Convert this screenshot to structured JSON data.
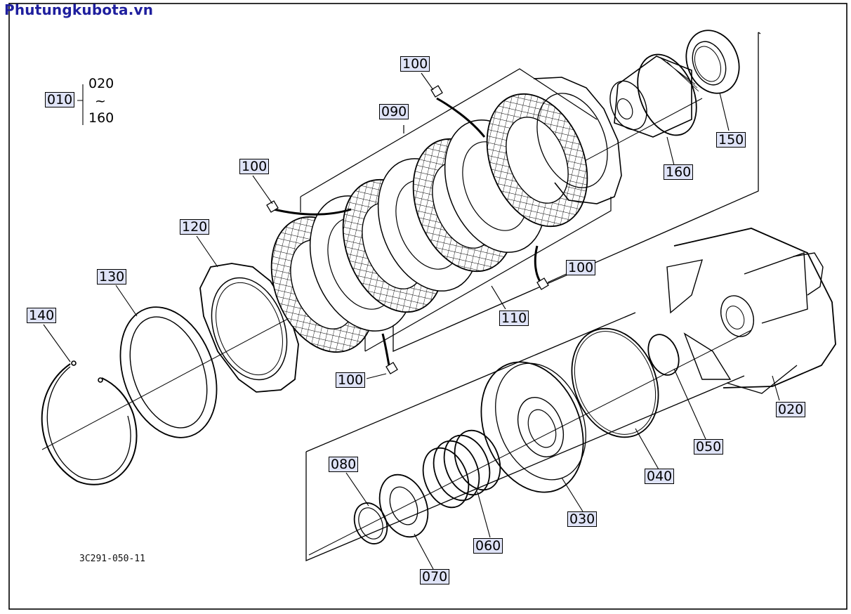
{
  "site_title": "Phutungkubota.vn",
  "drawing_number": "3C291-050-11",
  "assembly": {
    "label": "010",
    "range_start": "020",
    "range_tilde": "~",
    "range_end": "160"
  },
  "callouts": {
    "c020": "020",
    "c030": "030",
    "c040": "040",
    "c050": "050",
    "c060": "060",
    "c070": "070",
    "c080": "080",
    "c090": "090",
    "c100a": "100",
    "c100b": "100",
    "c100c": "100",
    "c100d": "100",
    "c110": "110",
    "c120": "120",
    "c130": "130",
    "c140": "140",
    "c150": "150",
    "c160": "160"
  }
}
